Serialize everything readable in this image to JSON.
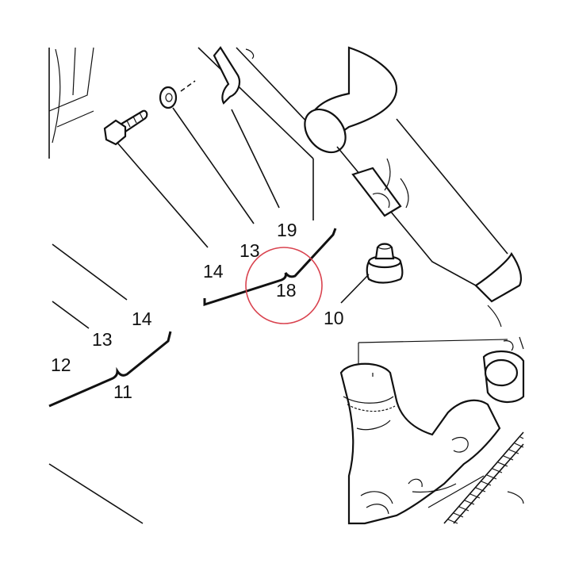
{
  "callouts": {
    "c19": "19",
    "c13_upper": "13",
    "c14_upper": "14",
    "c18": "18",
    "c10": "10",
    "c14_lower": "14",
    "c13_lower": "13",
    "c12": "12",
    "c11": "11"
  },
  "highlight_color": "#d9434f",
  "line_color": "#111111"
}
